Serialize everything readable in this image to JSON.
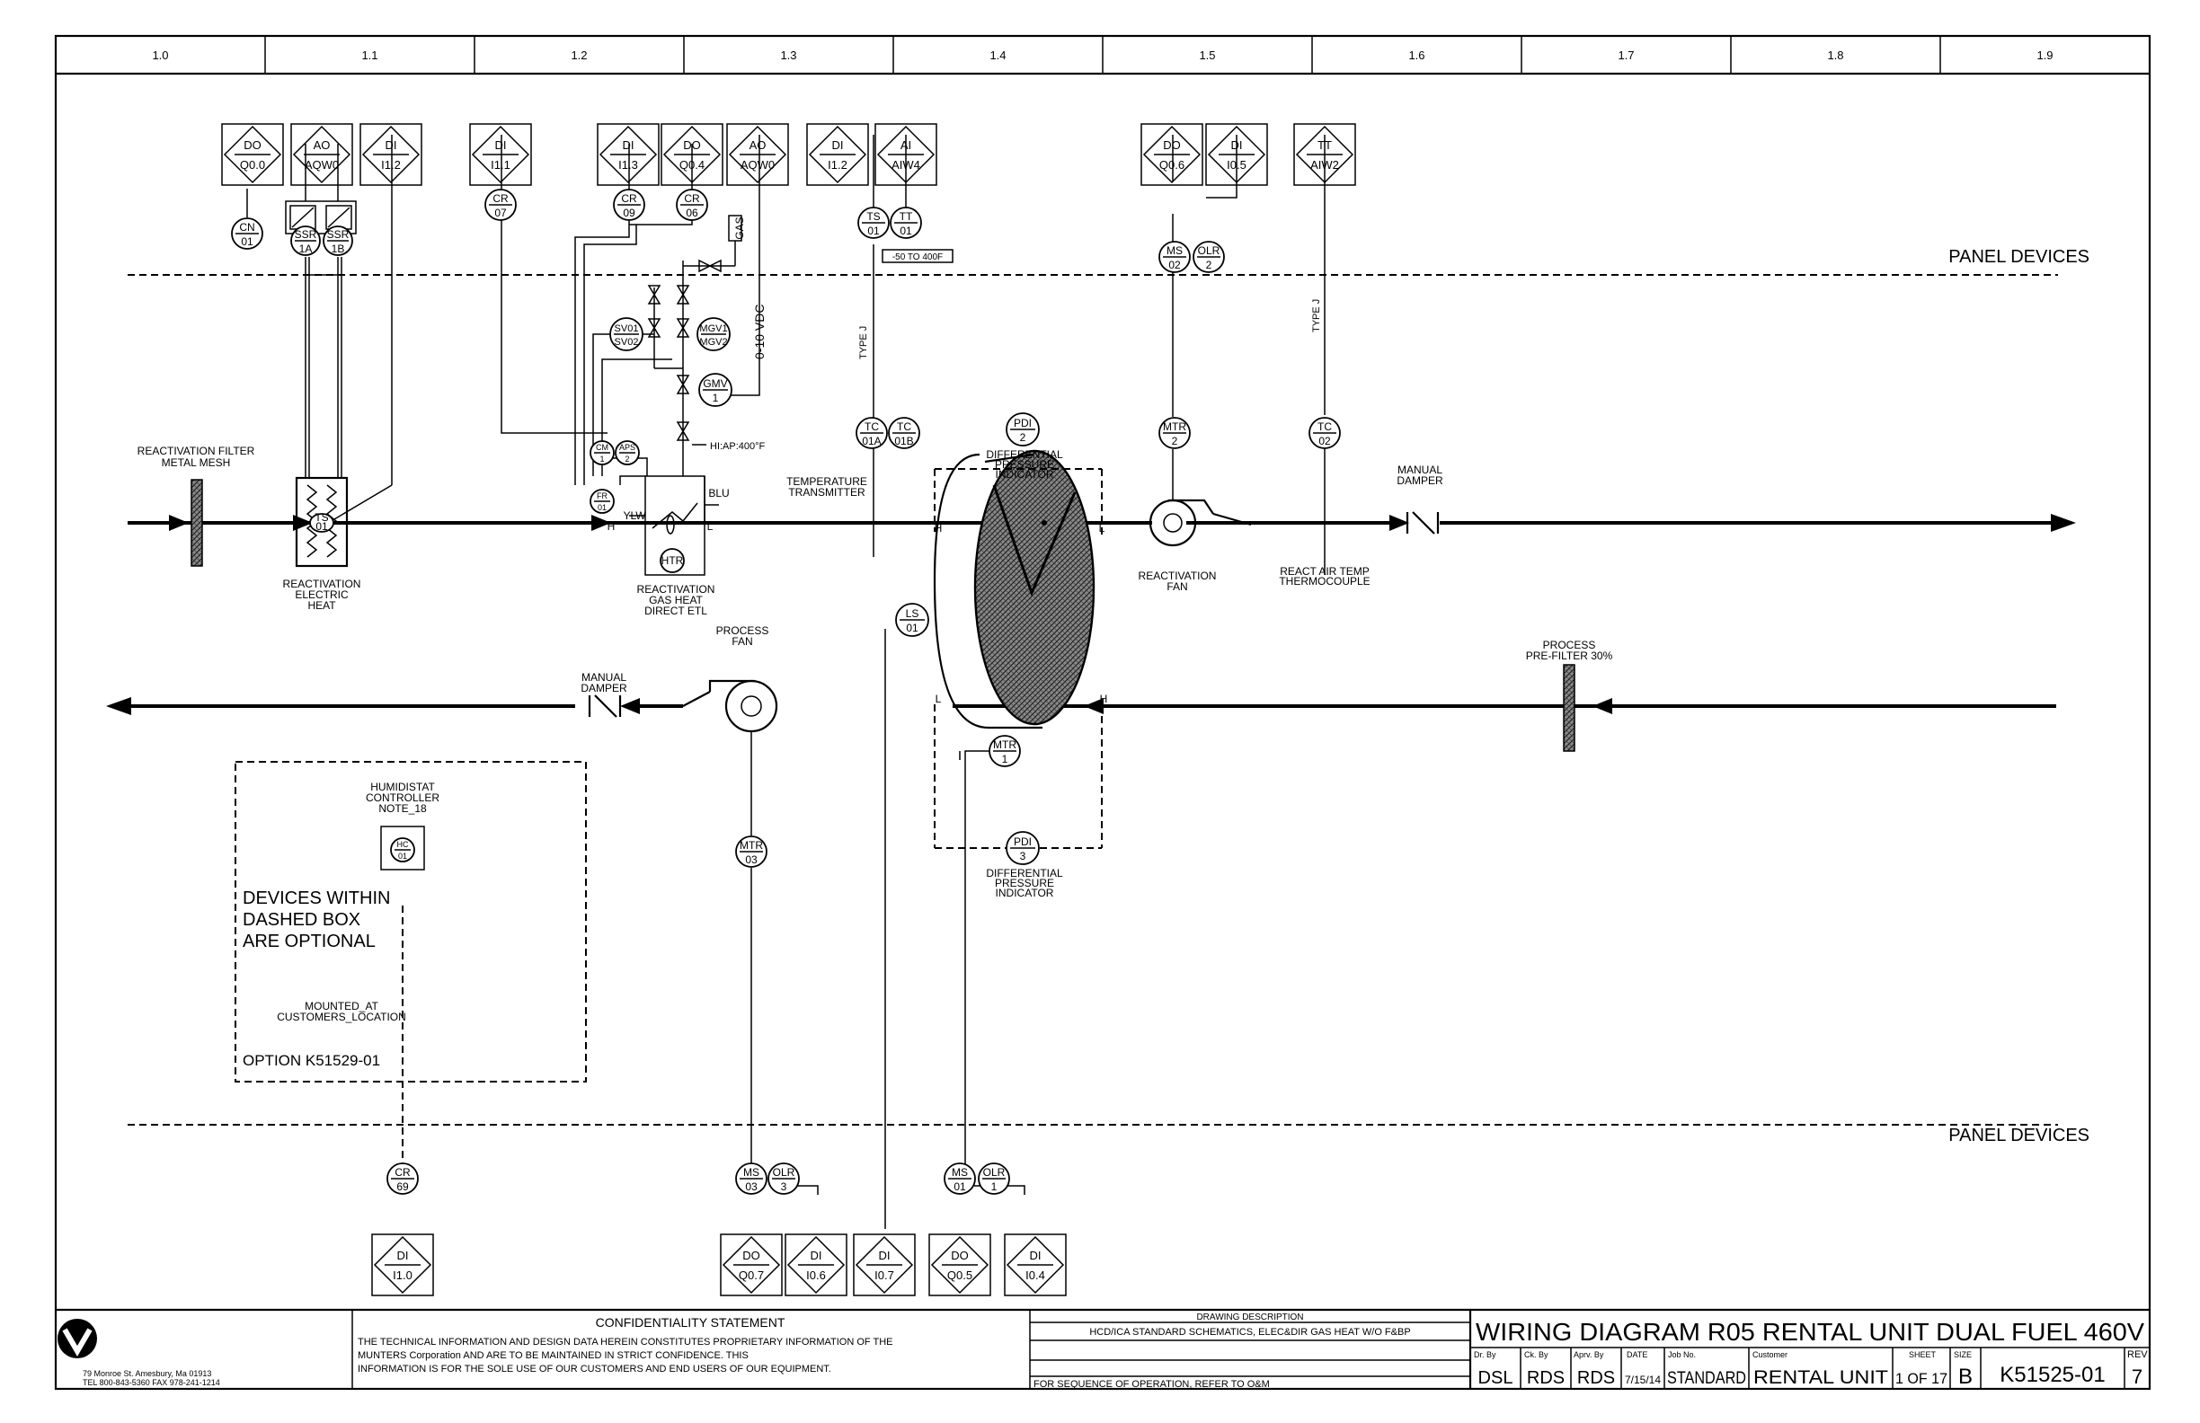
{
  "zones": [
    "1.0",
    "1.1",
    "1.2",
    "1.3",
    "1.4",
    "1.5",
    "1.6",
    "1.7",
    "1.8",
    "1.9"
  ],
  "io_boxes": {
    "b1": {
      "type": "DO",
      "addr": "Q0.0"
    },
    "b2": {
      "type": "AO",
      "addr": "AQW0"
    },
    "b3": {
      "type": "DI",
      "addr": "I1.2"
    },
    "b4": {
      "type": "DI",
      "addr": "I1.1"
    },
    "b5": {
      "type": "DI",
      "addr": "I1.3"
    },
    "b6": {
      "type": "DO",
      "addr": "Q0.4"
    },
    "b7": {
      "type": "AO",
      "addr": "AQW0"
    },
    "b8": {
      "type": "DI",
      "addr": "I1.2"
    },
    "b9": {
      "type": "AI",
      "addr": "AIW4"
    },
    "b10": {
      "type": "DO",
      "addr": "Q0.6"
    },
    "b11": {
      "type": "DI",
      "addr": "I0.5"
    },
    "b12": {
      "type": "TT",
      "addr": "AIW2"
    },
    "b13": {
      "type": "DI",
      "addr": "I1.0"
    },
    "b14": {
      "type": "DO",
      "addr": "Q0.7"
    },
    "b15": {
      "type": "DI",
      "addr": "I0.6"
    },
    "b16": {
      "type": "DI",
      "addr": "I0.7"
    },
    "b17": {
      "type": "DO",
      "addr": "Q0.5"
    },
    "b18": {
      "type": "DI",
      "addr": "I0.4"
    }
  },
  "bubbles": {
    "cn01": {
      "a": "CN",
      "b": "01"
    },
    "ssr1a": {
      "a": "SSR",
      "b": "1A"
    },
    "ssr1b": {
      "a": "SSR",
      "b": "1B"
    },
    "cr07": {
      "a": "CR",
      "b": "07"
    },
    "cr09": {
      "a": "CR",
      "b": "09"
    },
    "cr06": {
      "a": "CR",
      "b": "06"
    },
    "ts01": {
      "a": "TS",
      "b": "01"
    },
    "tt01": {
      "a": "TT",
      "b": "01"
    },
    "sv": {
      "a": "SV01",
      "b": "SV02"
    },
    "mgv": {
      "a": "MGV1",
      "b": "MGV2"
    },
    "gmv1": {
      "a": "GMV",
      "b": "1"
    },
    "cm": {
      "a": "CM",
      "b": "1"
    },
    "aps2": {
      "a": "APS",
      "b": "2"
    },
    "fr01": {
      "a": "FR",
      "b": "01"
    },
    "tc01a": {
      "a": "TC",
      "b": "01A"
    },
    "tc01b": {
      "a": "TC",
      "b": "01B"
    },
    "pdi2": {
      "a": "PDI",
      "b": "2"
    },
    "ms02": {
      "a": "MS",
      "b": "02"
    },
    "olr2": {
      "a": "OLR",
      "b": "2"
    },
    "mtr2": {
      "a": "MTR",
      "b": "2"
    },
    "tc02": {
      "a": "TC",
      "b": "02"
    },
    "ls01": {
      "a": "LS",
      "b": "01"
    },
    "mtr1": {
      "a": "MTR",
      "b": "1"
    },
    "pdi3": {
      "a": "PDI",
      "b": "3"
    },
    "hc01": {
      "a": "HC",
      "b": "01"
    },
    "mtr03": {
      "a": "MTR",
      "b": "03"
    },
    "cr69": {
      "a": "CR",
      "b": "69"
    },
    "ms03": {
      "a": "MS",
      "b": "03"
    },
    "olr3": {
      "a": "OLR",
      "b": "3"
    },
    "ms01": {
      "a": "MS",
      "b": "01"
    },
    "olr1": {
      "a": "OLR",
      "b": "1"
    }
  },
  "labels": {
    "panel_devices": "PANEL DEVICES",
    "filter_l1": "REACTIVATION FILTER",
    "filter_l2": "METAL MESH",
    "elec_l1": "REACTIVATION",
    "elec_l2": "ELECTRIC",
    "elec_l3": "HEAT",
    "gas_l1": "REACTIVATION",
    "gas_l2": "GAS HEAT",
    "gas_l3": "DIRECT ETL",
    "temp_l1": "TEMPERATURE",
    "temp_l2": "TRANSMITTER",
    "range": "-50 TO 400F",
    "type_j_1": "TYPE J",
    "type_j_2": "TYPE J",
    "vdc": "0-10 VDC",
    "hi_ap": "HI:AP:400°F",
    "gas_tag": "GAS",
    "htr": "HTR",
    "ylw": "YLW",
    "blu": "BLU",
    "dpi_top_l1": "DIFFERENTIAL",
    "dpi_top_l2": "PRESSURE",
    "dpi_top_l3": "INDICATOR",
    "dpi_bot_l1": "DIFFERENTIAL",
    "dpi_bot_l2": "PRESSURE",
    "dpi_bot_l3": "INDICATOR",
    "react_fan_l1": "REACTIVATION",
    "react_fan_l2": "FAN",
    "tc_l1": "REACT AIR TEMP",
    "tc_l2": "THERMOCOUPLE",
    "damper1_l1": "MANUAL",
    "damper1_l2": "DAMPER",
    "damper2_l1": "MANUAL",
    "damper2_l2": "DAMPER",
    "pfan_l1": "PROCESS",
    "pfan_l2": "FAN",
    "prefilter_l1": "PROCESS",
    "prefilter_l2": "PRE-FILTER 30%",
    "hum_l1": "HUMIDISTAT",
    "hum_l2": "CONTROLLER",
    "hum_l3": "NOTE_18",
    "opt_l1": "DEVICES WITHIN",
    "opt_l2": "DASHED BOX",
    "opt_l3": "ARE OPTIONAL",
    "mount_l1": "MOUNTED_AT",
    "mount_l2": "CUSTOMERS_LOCATION",
    "option": "OPTION K51529-01",
    "h": "H",
    "l": "L"
  },
  "title_block": {
    "company_addr": "79 Monroe St. Amesbury, Ma 01913",
    "company_tel": "TEL 800-843-5360   FAX 978-241-1214",
    "conf_title": "CONFIDENTIALITY STATEMENT",
    "conf_l1": "THE TECHNICAL INFORMATION AND DESIGN DATA HEREIN CONSTITUTES PROPRIETARY INFORMATION OF THE",
    "conf_l2": "MUNTERS Corporation AND ARE TO BE MAINTAINED IN STRICT CONFIDENCE. THIS",
    "conf_l3": "INFORMATION IS FOR THE SOLE USE OF OUR CUSTOMERS AND END USERS OF OUR EQUIPMENT.",
    "desc_title": "DRAWING DESCRIPTION",
    "desc_l1": "HCD/ICA STANDARD SCHEMATICS, ELEC&DIR GAS HEAT W/O F&BP",
    "seq_note": "FOR SEQUENCE OF OPERATION, REFER TO O&M",
    "main_title": "WIRING DIAGRAM R05 RENTAL UNIT DUAL FUEL 460V",
    "h_drby": "Dr. By",
    "drby": "DSL",
    "h_ckby": "Ck. By",
    "ckby": "RDS",
    "h_aprv": "Aprv. By",
    "aprv": "RDS",
    "h_date": "DATE",
    "date": "7/15/14",
    "h_job": "Job No.",
    "job": "STANDARD",
    "h_cust": "Customer",
    "cust": "RENTAL UNIT",
    "h_sheet": "SHEET",
    "sheet": "1 OF 17",
    "h_size": "SIZE",
    "size": "B",
    "dwg_no": "K51525-01",
    "h_rev": "REV",
    "rev": "7"
  }
}
